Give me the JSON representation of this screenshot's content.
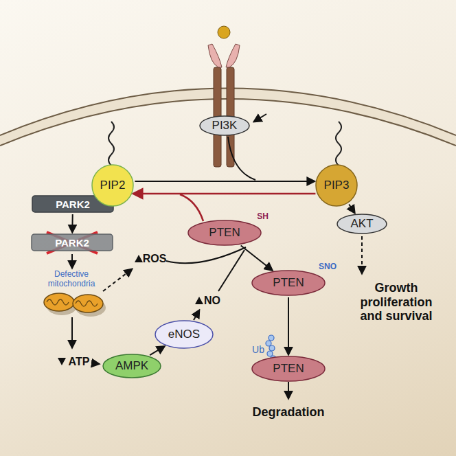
{
  "diagram": {
    "nodes": [
      {
        "text": [
          "PARK2"
        ]
      },
      {
        "text": [
          "PARK2"
        ]
      },
      {
        "text": [
          "PI3K"
        ]
      },
      {
        "text": [
          "PIP2"
        ]
      },
      {
        "text": [
          "PIP3"
        ]
      },
      {
        "text": [
          "PTEN",
          "SH"
        ]
      },
      {
        "text": [
          "AKT"
        ]
      },
      {
        "text": [
          "eNOS"
        ]
      },
      {
        "text": [
          "AMPK"
        ]
      },
      {
        "text": [
          "PTEN",
          "SNO"
        ]
      },
      {
        "text": [
          "PTEN"
        ]
      }
    ],
    "edges": [
      {
        "from": 0,
        "to": 1,
        "arrow": "to"
      },
      {
        "from": 3,
        "to": 4,
        "arrow": "to"
      },
      {
        "from": 4,
        "to": 3,
        "arrow": "to"
      },
      {
        "from": 4,
        "to": 6,
        "arrow": "to"
      },
      {
        "from": 8,
        "to": 7,
        "arrow": "to"
      },
      {
        "from": 5,
        "to": 9,
        "arrow": "to"
      },
      {
        "from": 9,
        "to": 10,
        "arrow": "to"
      }
    ],
    "labels": [
      "Defective mitochondria",
      "ROS",
      "NO",
      "ATP",
      "Ub",
      "Growth proliferation and survival",
      "Degradation"
    ]
  }
}
